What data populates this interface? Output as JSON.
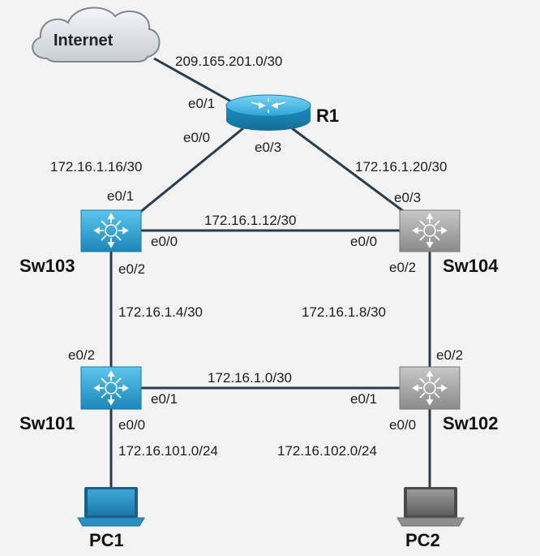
{
  "cloud": {
    "label": "Internet"
  },
  "devices": {
    "r1": "R1",
    "sw103": "Sw103",
    "sw104": "Sw104",
    "sw101": "Sw101",
    "sw102": "Sw102",
    "pc1": "PC1",
    "pc2": "PC2"
  },
  "subnets": {
    "internet_r1": "209.165.201.0/30",
    "r1_sw103": "172.16.1.16/30",
    "r1_sw104": "172.16.1.20/30",
    "sw103_sw104": "172.16.1.12/30",
    "sw103_sw101": "172.16.1.4/30",
    "sw104_sw102": "172.16.1.8/30",
    "sw101_sw102": "172.16.1.0/30",
    "sw101_pc1": "172.16.101.0/24",
    "sw102_pc2": "172.16.102.0/24"
  },
  "ports": {
    "r1_e01": "e0/1",
    "r1_e00": "e0/0",
    "r1_e03": "e0/3",
    "sw103_e01": "e0/1",
    "sw103_e00": "e0/0",
    "sw103_e02": "e0/2",
    "sw104_e03": "e0/3",
    "sw104_e00": "e0/0",
    "sw104_e02": "e0/2",
    "sw101_e02": "e0/2",
    "sw101_e01": "e0/1",
    "sw101_e00": "e0/0",
    "sw102_e02": "e0/2",
    "sw102_e01": "e0/1",
    "sw102_e00": "e0/0"
  },
  "colors": {
    "router": "#1f95c7",
    "switch_blue": "#2aa3d4",
    "switch_gray": "#9c9c9c",
    "link": "#2a3b4d",
    "cloud": "#d9dde2"
  }
}
